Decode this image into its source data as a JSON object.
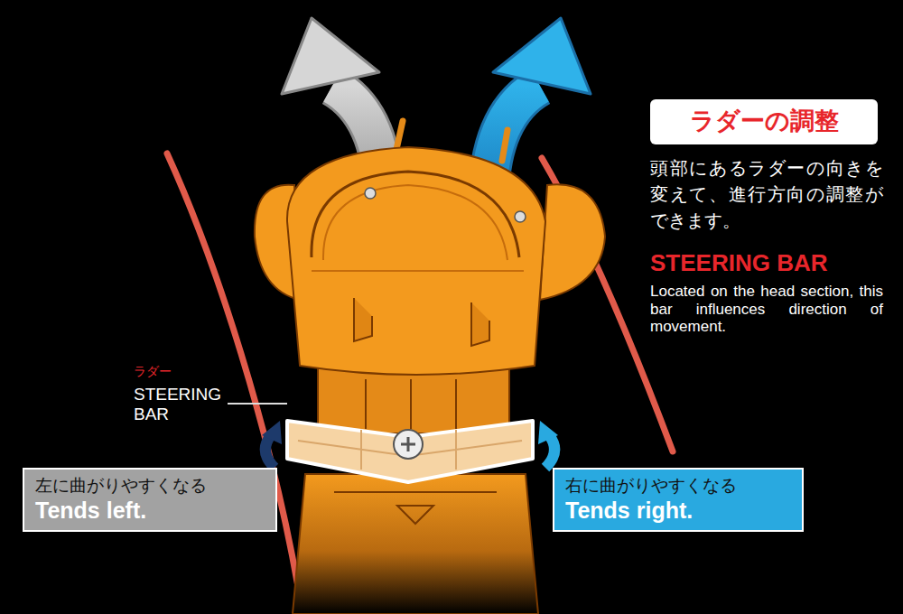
{
  "diagram": {
    "nodes": [
      {
        "text": [
          "ラダーの調整"
        ]
      },
      {
        "text": [
          "左に曲がりやすくなる",
          "Tends left."
        ]
      },
      {
        "text": [
          "右に曲がりやすくなる",
          "Tends right."
        ]
      }
    ],
    "labels": [
      "頭部にあるラダーの向きを変えて、進行方向の調整ができます。",
      "STEERING BAR",
      "Located on the head section, this bar influences direction of movement.",
      "ラダー",
      "STEERING BAR"
    ]
  }
}
